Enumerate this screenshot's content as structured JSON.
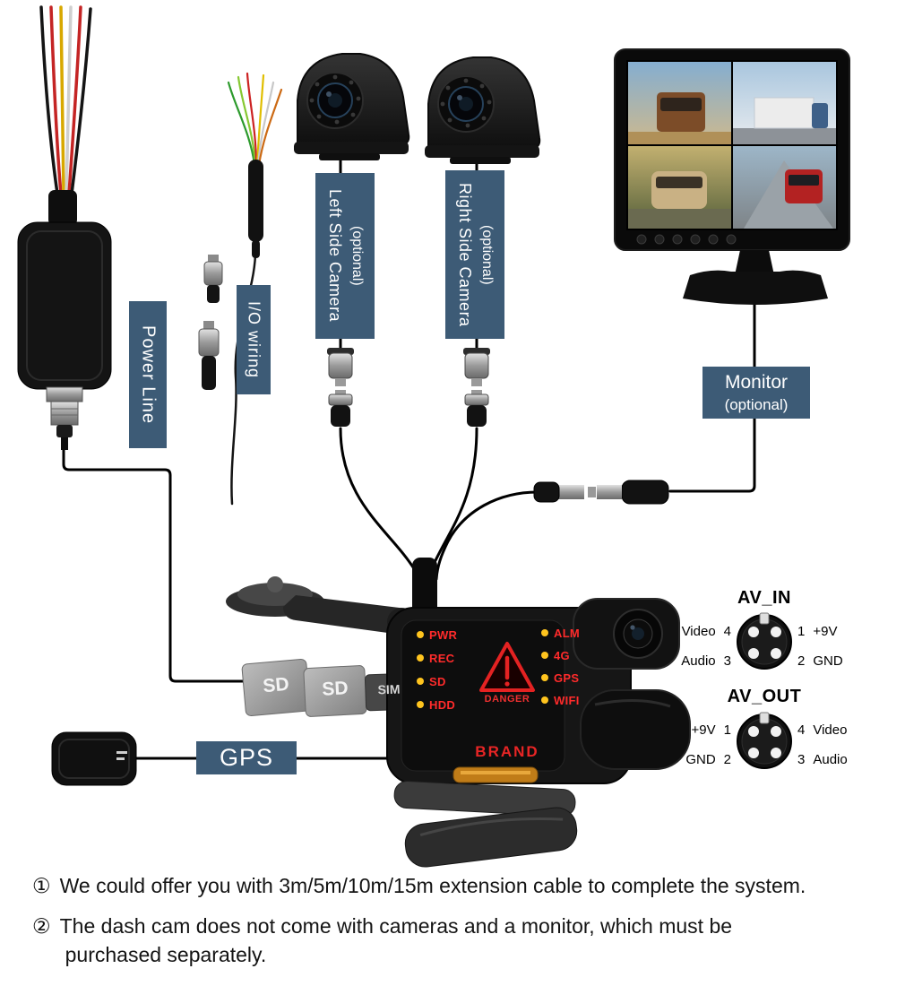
{
  "labels": {
    "power_line": "Power Line",
    "io_wiring": "I/O wiring",
    "left_camera": {
      "title": "Left Side Camera",
      "sub": "(optional)"
    },
    "right_camera": {
      "title": "Right Side Camera",
      "sub": "(optional)"
    },
    "monitor": {
      "title": "Monitor",
      "sub": "(optional)"
    },
    "gps": "GPS"
  },
  "device": {
    "brand": "BRAND",
    "danger": "DANGER",
    "leds_left": [
      "PWR",
      "REC",
      "SD",
      "HDD"
    ],
    "leds_right": [
      "ALM",
      "4G",
      "GPS",
      "WIFI"
    ],
    "cards": {
      "sd1": "SD",
      "sd2": "SD",
      "sim": "SIM"
    }
  },
  "connectors": {
    "av_in": {
      "title": "AV_IN",
      "rows": [
        {
          "left_label": "Video",
          "left_pin": "4",
          "right_pin": "1",
          "right_label": "+9V"
        },
        {
          "left_label": "Audio",
          "left_pin": "3",
          "right_pin": "2",
          "right_label": "GND"
        }
      ]
    },
    "av_out": {
      "title": "AV_OUT",
      "rows": [
        {
          "left_label": "+9V",
          "left_pin": "1",
          "right_pin": "4",
          "right_label": "Video"
        },
        {
          "left_label": "GND",
          "left_pin": "2",
          "right_pin": "3",
          "right_label": "Audio"
        }
      ]
    }
  },
  "notes": [
    {
      "num": "①",
      "line1": "We could offer you with 3m/5m/10m/15m extension cable to complete the system.",
      "line2": ""
    },
    {
      "num": "②",
      "line1": "The dash cam does not come with cameras and a monitor, which must be",
      "line2": "purchased separately."
    }
  ],
  "colors": {
    "label_bg": "#3d5b76",
    "led_text": "#ff2b2b",
    "led_dot": "#ffc41e",
    "line": "#000000",
    "brand_red": "#e82525"
  }
}
